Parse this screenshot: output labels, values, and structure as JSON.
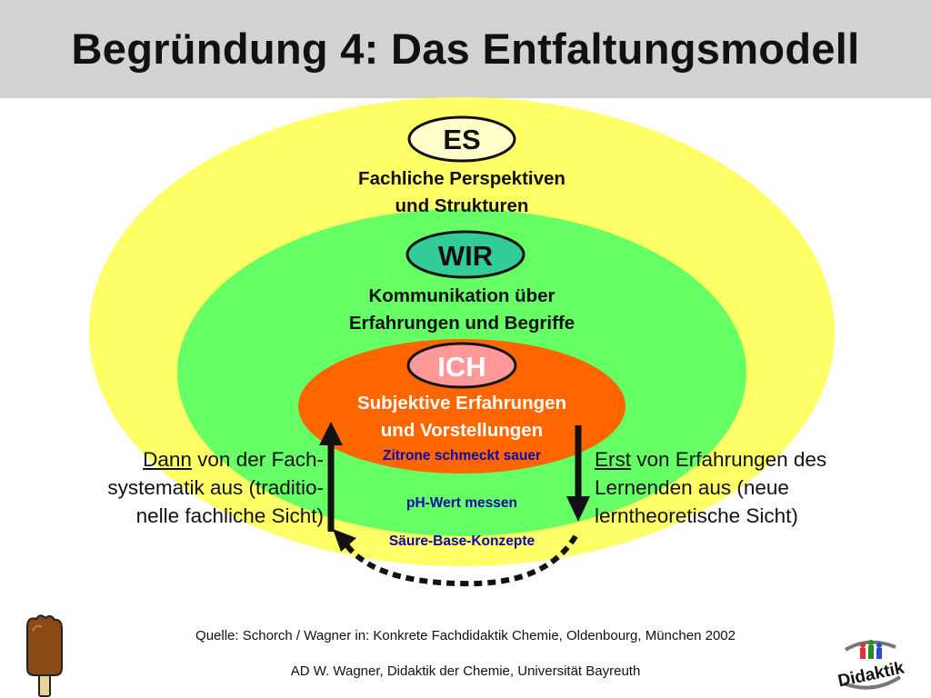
{
  "title": "Begründung 4: Das Entfaltungsmodell",
  "levels": {
    "es": {
      "badge": "ES",
      "line1": "Fachliche Perspektiven",
      "line2": "und Strukturen",
      "fill": "#ffff66",
      "badge_fill": "#ffffcc"
    },
    "wir": {
      "badge": "WIR",
      "line1": "Kommunikation über",
      "line2": "Erfahrungen und Begriffe",
      "fill": "#66ff66",
      "badge_fill": "#33cc99"
    },
    "ich": {
      "badge": "ICH",
      "line1": "Subjektive Erfahrungen",
      "line2": "und Vorstellungen",
      "fill": "#ff6600",
      "badge_fill": "#ff9999"
    }
  },
  "examples": {
    "ich_example": "Zitrone schmeckt sauer",
    "wir_example": "pH-Wert messen",
    "es_example": "Säure-Base-Konzepte",
    "color": "#0a0aa8"
  },
  "left_side": {
    "keyword": "Dann",
    "line1_rest": " von der Fach-",
    "line2": "systematik aus (traditio-",
    "line3": "nelle fachliche Sicht)"
  },
  "right_side": {
    "keyword": "Erst",
    "line1_rest": " von Erfahrungen des",
    "line2": "Lernenden aus (neue",
    "line3": "lerntheoretische Sicht)"
  },
  "footer": {
    "source": "Quelle: Schorch / Wagner in: Konkrete Fachdidaktik Chemie, Oldenbourg, München 2002",
    "author": "AD W. Wagner, Didaktik der Chemie, Universität Bayreuth"
  },
  "logo": {
    "text": "Didaktik"
  },
  "icons": [
    "ice-cream-icon",
    "didaktik-logo",
    "up-arrow",
    "down-arrow",
    "dashed-cycle-arrow"
  ]
}
